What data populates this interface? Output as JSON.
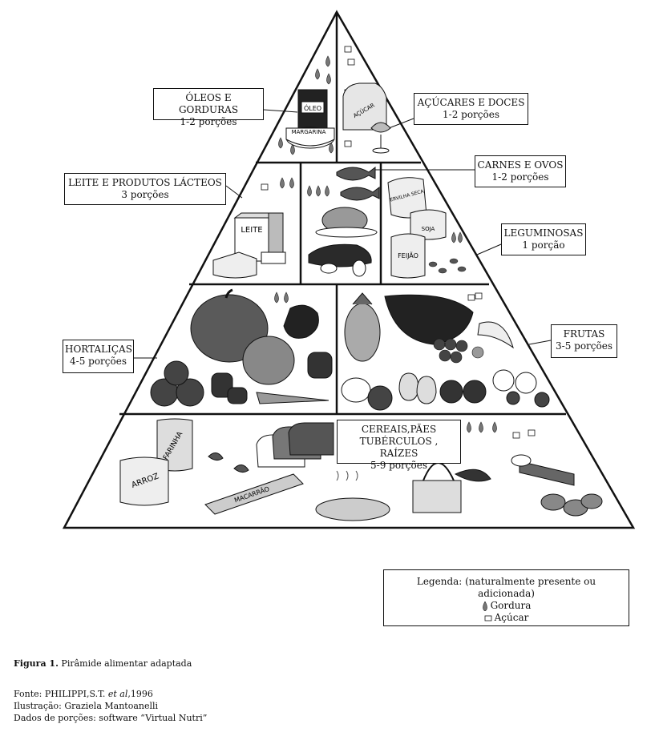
{
  "groups": {
    "oleos": {
      "title": "ÓLEOS E GORDURAS",
      "portions": "1-2 porções"
    },
    "acucares": {
      "title": "AÇÚCARES E DOCES",
      "portions": "1-2 porções"
    },
    "carnes": {
      "title": "CARNES E OVOS",
      "portions": "1-2 porções"
    },
    "leite": {
      "title": "LEITE E PRODUTOS LÁCTEOS",
      "portions": "3 porções"
    },
    "leguminosas": {
      "title": "LEGUMINOSAS",
      "portions": "1 porção"
    },
    "hortalicas": {
      "title": "HORTALIÇAS",
      "portions": "4-5 porções"
    },
    "frutas": {
      "title": "FRUTAS",
      "portions": "3-5 porções"
    },
    "cereais": {
      "title": "CEREAIS,PÃES",
      "title2": "TUBÉRCULOS , RAÍZES",
      "portions": "5-9 porções"
    }
  },
  "food_labels": {
    "oleo": "ÓLEO",
    "margarina": "MARGARINA",
    "acucar": "AÇÚCAR",
    "leite": "LEITE",
    "ervilha_seca": "ERVILHA SECA",
    "soja": "SOJA",
    "feijao": "FEIJÃO",
    "farinha": "FARINHA",
    "arroz": "ARROZ",
    "macarrao": "MACARRÃO"
  },
  "legend": {
    "title": "Legenda: (naturalmente presente ou adicionada)",
    "fat": "Gordura",
    "sugar": "Açúcar"
  },
  "caption": {
    "figure_label": "Figura 1.",
    "figure_text": "Pirâmide alimentar adaptada",
    "source_prefix": "Fonte: PHILIPPI,S.T.",
    "source_italic": "et al",
    "source_suffix": ",1996",
    "illustration": "Ilustração: Graziela Mantoanelli",
    "data": "Dados de porções: software “Virtual Nutri”"
  },
  "colors": {
    "line": "#111111",
    "fill_light": "#d9d9d9",
    "fill_mid": "#8c8c8c",
    "fill_dark": "#3a3a3a"
  }
}
